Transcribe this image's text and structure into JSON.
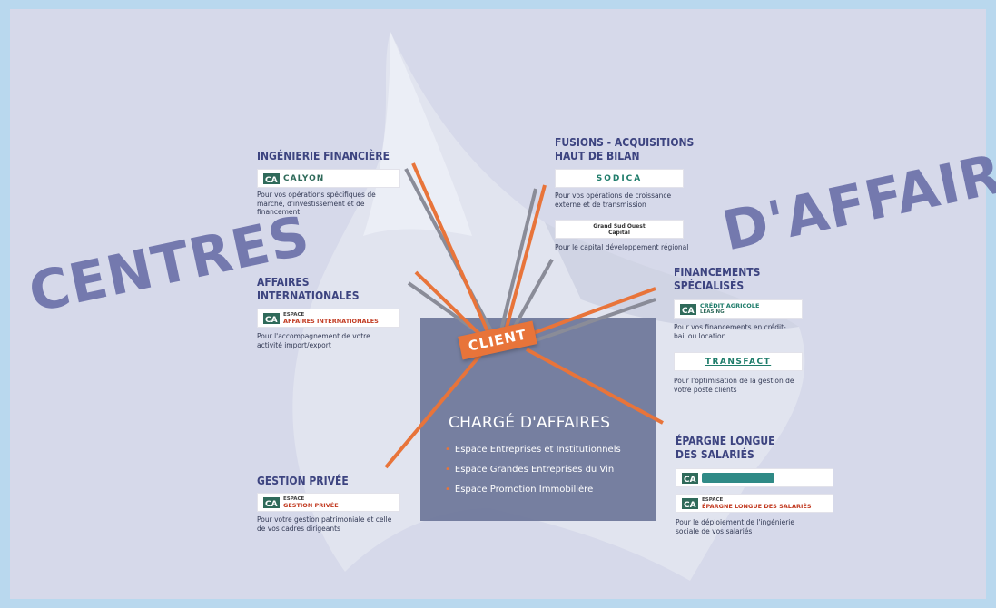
{
  "title_left": "CENTRES",
  "title_right": "D'AFFAIRES",
  "client": "CLIENT",
  "center": {
    "title": "CHARGÉ D'AFFAIRES",
    "items": [
      "Espace Entreprises et Institutionnels",
      "Espace Grandes Entreprises du Vin",
      "Espace Promotion Immobilière"
    ]
  },
  "sections": {
    "ingenierie": {
      "heading": "INGÉNIERIE FINANCIÈRE",
      "logo": "CALYON",
      "desc": "Pour vos opérations spécifiques de marché, d'investissement et de financement"
    },
    "affaires_int": {
      "heading1": "AFFAIRES",
      "heading2": "INTERNATIONALES",
      "logo_small": "ESPACE",
      "logo": "AFFAIRES INTERNATIONALES",
      "desc": "Pour l'accompagnement de votre activité import/export"
    },
    "gestion": {
      "heading": "GESTION PRIVÉE",
      "logo_small": "ESPACE",
      "logo": "GESTION PRIVÉE",
      "desc": "Pour votre gestion patrimoniale et celle de vos cadres dirigeants"
    },
    "fusions": {
      "heading1": "FUSIONS - ACQUISITIONS",
      "heading2": "HAUT DE BILAN",
      "logo1": "SODICA",
      "desc1": "Pour vos opérations de croissance externe et de transmission",
      "logo2": "Grand Sud Ouest Capital",
      "desc2": "Pour le capital développement régional"
    },
    "financements": {
      "heading1": "FINANCEMENTS",
      "heading2": "SPÉCIALISÉS",
      "logo1": "CRÉDIT AGRICOLE",
      "logo1_sub": "LEASING",
      "desc1": "Pour vos financements en crédit-bail ou location",
      "logo2": "TRANSFACT",
      "desc2": "Pour l'optimisation de la gestion de votre poste clients"
    },
    "epargne": {
      "heading1": "ÉPARGNE LONGUE",
      "heading2": "DES SALARIÉS",
      "logo2_small": "ESPACE",
      "logo2": "ÉPARGNE LONGUE DES SALARIÉS",
      "desc": "Pour le déploiement de l'ingénierie sociale de vos salariés"
    }
  },
  "colors": {
    "accent": "#e8743a",
    "title": "#6a6fa8",
    "heading": "#3d4480",
    "center_box": "#6c7699",
    "background": "#d6d9ea",
    "frame": "#b9d8ee"
  },
  "icons": [
    "credit-agricole-logo-icon"
  ]
}
